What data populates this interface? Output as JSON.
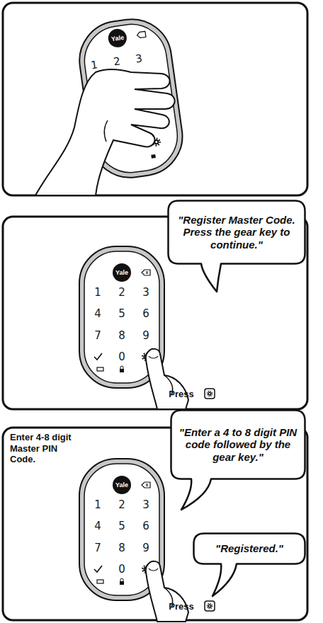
{
  "diagram": {
    "nodes": [
      {
        "text": [
          "\"Register Master Code. Press the gear key to continue.\""
        ]
      },
      {
        "text": [
          "\"Enter a 4 to 8 digit PIN code followed by the gear key.\""
        ]
      },
      {
        "text": [
          "\"Registered.\""
        ]
      }
    ],
    "labels": [
      "Yale",
      "1",
      "2",
      "3",
      "Yale",
      "1",
      "2",
      "3",
      "4",
      "5",
      "6",
      "7",
      "8",
      "9",
      "0",
      "Press",
      "Enter 4-8 digit Master PIN Code.",
      "Yale",
      "1",
      "2",
      "3",
      "4",
      "5",
      "6",
      "7",
      "8",
      "9",
      "0",
      "Press"
    ]
  }
}
